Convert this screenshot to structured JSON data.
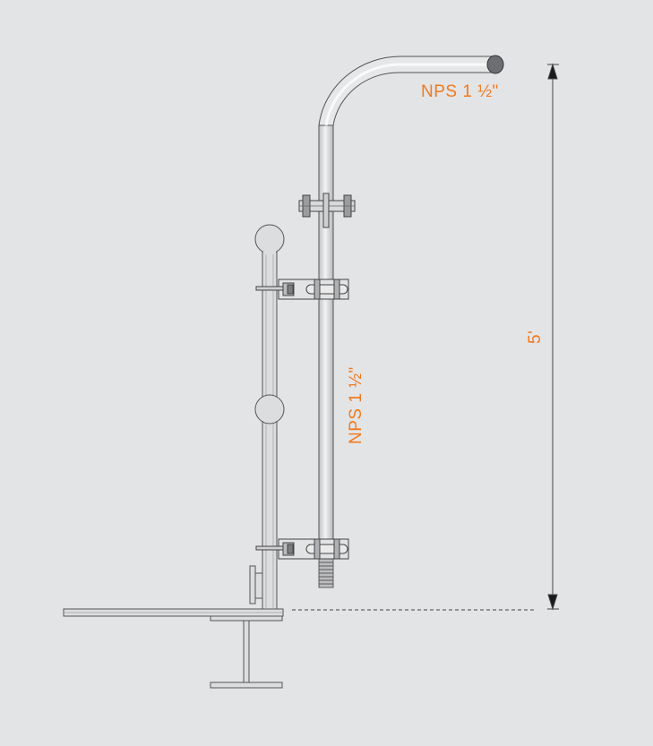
{
  "labels": {
    "pipe_size_top": "NPS 1 ½\"",
    "pipe_size_vertical": "NPS 1 ½\"",
    "height_dimension": "5'"
  },
  "colors": {
    "background": "#e3e4e6",
    "accent": "#f07a1f",
    "line": "#5a5a5a",
    "pipe_fill": "#d4d5d7"
  }
}
